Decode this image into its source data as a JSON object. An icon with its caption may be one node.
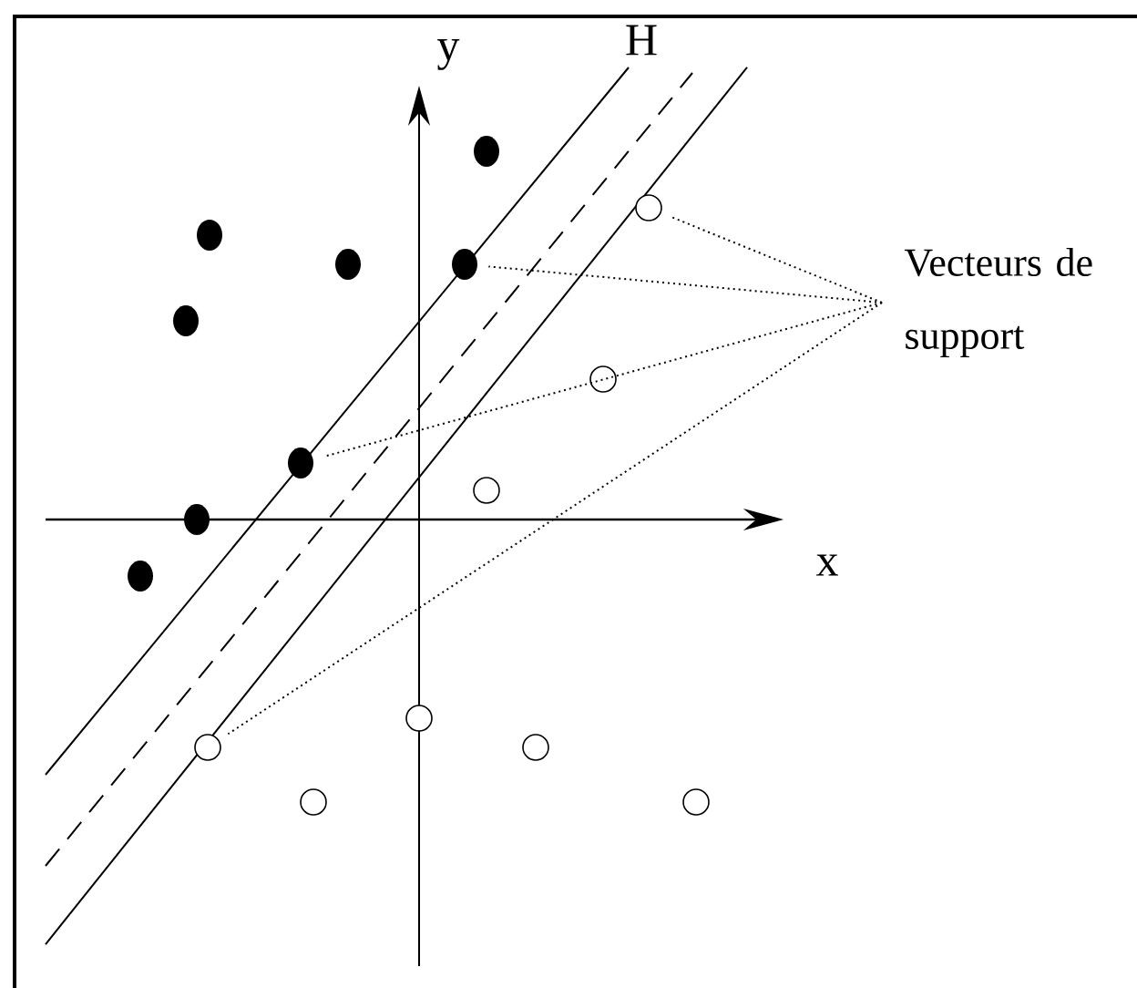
{
  "diagram": {
    "nodes": [
      {
        "text": [
          "Vecteurs de support"
        ]
      },
      {
        "text": [],
        "shape": "dot"
      },
      {
        "text": [],
        "shape": "dot"
      },
      {
        "text": [],
        "shape": "dot"
      },
      {
        "text": [],
        "shape": "circle"
      },
      {
        "text": [],
        "shape": "dot"
      },
      {
        "text": [],
        "shape": "dot"
      },
      {
        "text": [],
        "shape": "circle"
      },
      {
        "text": [],
        "shape": "dot"
      },
      {
        "text": [],
        "shape": "circle"
      },
      {
        "text": [],
        "shape": "dot"
      },
      {
        "text": [],
        "shape": "dot"
      },
      {
        "text": [],
        "shape": "circle"
      },
      {
        "text": [],
        "shape": "circle"
      },
      {
        "text": [],
        "shape": "circle"
      },
      {
        "text": [],
        "shape": "circle"
      },
      {
        "text": [],
        "shape": "circle"
      }
    ],
    "edges": [
      {
        "from": 0,
        "to": 15,
        "arrow": "none"
      },
      {
        "from": 0,
        "to": 10,
        "arrow": "none"
      },
      {
        "from": 0,
        "to": 6,
        "arrow": "none"
      },
      {
        "from": 0,
        "to": 4,
        "arrow": "none"
      }
    ],
    "labels": [
      "y",
      "H",
      "x"
    ]
  }
}
